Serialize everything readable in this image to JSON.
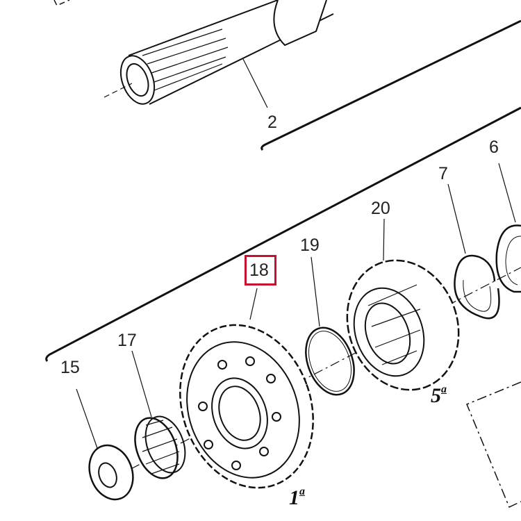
{
  "diagram": {
    "type": "exploded-parts-view",
    "subject": "transmission gear shaft assembly",
    "highlight_color": "#c8102e",
    "callouts": [
      {
        "id": "2",
        "label": "2"
      },
      {
        "id": "6",
        "label": "6"
      },
      {
        "id": "7",
        "label": "7"
      },
      {
        "id": "15",
        "label": "15"
      },
      {
        "id": "17",
        "label": "17"
      },
      {
        "id": "18",
        "label": "18",
        "highlighted": true
      },
      {
        "id": "19",
        "label": "19"
      },
      {
        "id": "20",
        "label": "20"
      }
    ],
    "gear_labels": [
      {
        "id": "first",
        "number": "1",
        "suffix": "a"
      },
      {
        "id": "fifth",
        "number": "5",
        "suffix": "a"
      }
    ]
  }
}
